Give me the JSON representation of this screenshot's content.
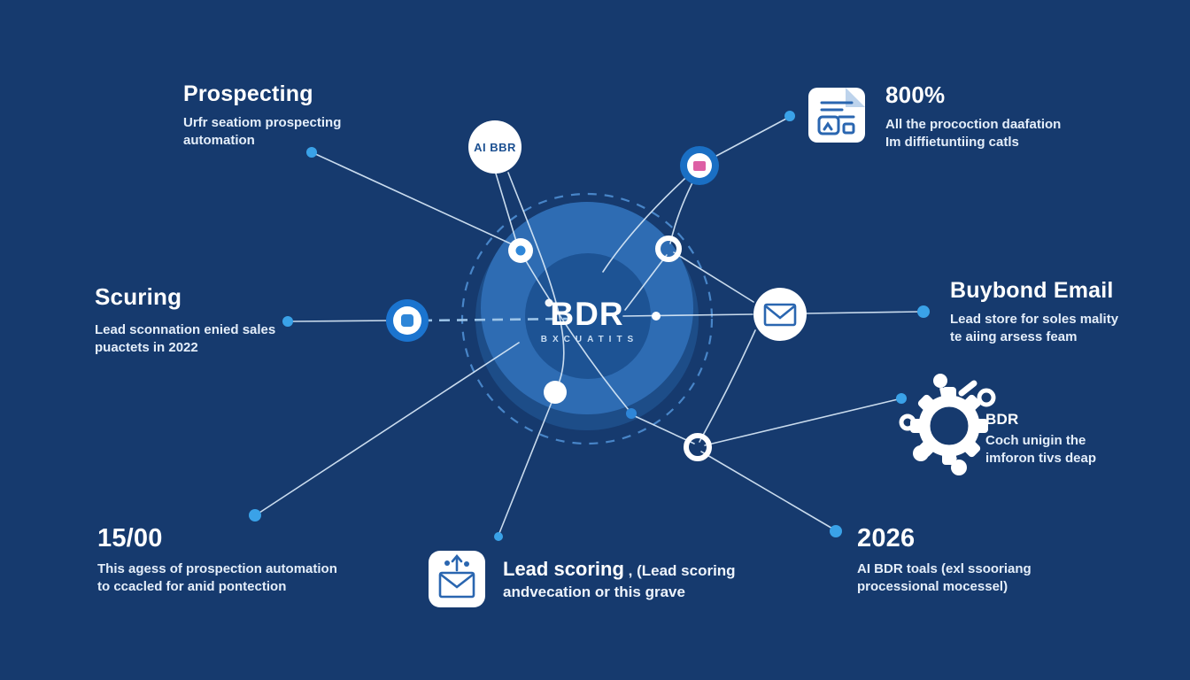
{
  "center": {
    "title": "BDR",
    "subtitle": "BXCUATITS",
    "hub_label": "AI BBR"
  },
  "callouts": {
    "prospecting": {
      "title": "Prospecting",
      "line1": "Urfr seatiom prospecting",
      "line2": "automation"
    },
    "stat800": {
      "title": "800%",
      "line1": "All the procoction daafation",
      "line2": "Im diffietuntiing catls"
    },
    "scuring": {
      "title": "Scuring",
      "line1": "Lead sconnation enied sales",
      "line2": "puactets in 2022"
    },
    "buybond": {
      "title": "Buybond Email",
      "line1": "Lead store for soles mality",
      "line2": "te aiing arsess feam"
    },
    "gear_bdr": {
      "title": "BDR",
      "line1": "Coch unigin the",
      "line2": "imforon tivs deap"
    },
    "stat1500": {
      "title": "15/00",
      "line1": "This agess of prospection automation",
      "line2": "to ccacled for anid pontection"
    },
    "leadscoring": {
      "title": "Lead scoring",
      "title_suffix": " , (Lead scoring",
      "line2": "andvecation or this grave"
    },
    "year2026": {
      "title": "2026",
      "line1": "AI BDR toals (exl ssooriang",
      "line2": "processional mocessel)"
    }
  },
  "icons": {
    "document": "document-article-icon",
    "email_circle": "envelope-icon",
    "lead_scoring": "envelope-send-icon",
    "gear": "gear-network-icon",
    "pink_node": "square-node-icon",
    "left_node": "shield-square-node-icon"
  },
  "colors": {
    "background": "#163a6e",
    "hub_outer": "#2e6cb3",
    "hub_shadow": "#1d4d88",
    "hub_inner": "#1d5394",
    "dashed_ring": "#4e8ed2",
    "connector": "#d9e9f8",
    "node_ring_blue": "#1a6fc4",
    "bright_dot": "#3aa2e8",
    "icon_blue": "#2a66b0",
    "pink_accent": "#dd5fa4",
    "heading_text": "#ffffff",
    "body_text": "#e4eefa"
  }
}
